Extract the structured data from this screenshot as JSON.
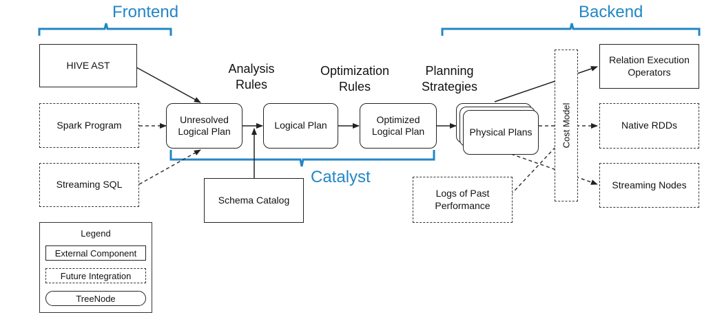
{
  "headers": {
    "frontend": "Frontend",
    "backend": "Backend",
    "catalyst": "Catalyst"
  },
  "stages": {
    "analysis": "Analysis\nRules",
    "optimization": "Optimization\nRules",
    "planning": "Planning\nStrategies"
  },
  "inputs": {
    "hive_ast": "HIVE AST",
    "spark_program": "Spark Program",
    "streaming_sql": "Streaming SQL"
  },
  "plans": {
    "unresolved": "Unresolved\nLogical Plan",
    "logical": "Logical Plan",
    "optimized": "Optimized\nLogical Plan",
    "physical": "Physical Plans"
  },
  "schema_catalog": "Schema Catalog",
  "logs_of_past_performance": "Logs of Past\nPerformance",
  "cost_model": "Cost Model",
  "outputs": {
    "relation_execution": "Relation Execution\nOperators",
    "native_rdds": "Native RDDs",
    "streaming_nodes": "Streaming Nodes"
  },
  "legend": {
    "title": "Legend",
    "external": "External Component",
    "future": "Future Integration",
    "treenode": "TreeNode"
  },
  "colors": {
    "accent_blue": "#2386c6",
    "line": "#222222"
  }
}
